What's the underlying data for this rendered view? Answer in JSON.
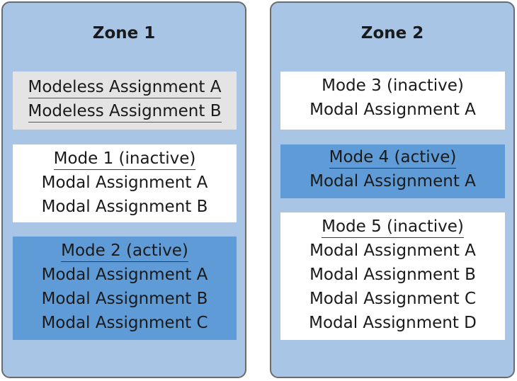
{
  "zones": [
    {
      "title": "Zone 1",
      "modeless": [
        "Modeless Assignment A",
        "Modeless Assignment B"
      ],
      "modes": [
        {
          "header": "Mode 1 (inactive)",
          "assignments": [
            "Modal Assignment A",
            "Modal Assignment B"
          ]
        },
        {
          "header": "Mode 2 (active)",
          "assignments": [
            "Modal Assignment A",
            "Modal Assignment B",
            "Modal Assignment C"
          ]
        }
      ]
    },
    {
      "title": "Zone 2",
      "modes": [
        {
          "header": "Mode 3 (inactive)",
          "assignments": [
            "Modal Assignment A"
          ]
        },
        {
          "header": "Mode 4 (active)",
          "assignments": [
            "Modal Assignment A"
          ]
        },
        {
          "header": "Mode 5 (inactive)",
          "assignments": [
            "Modal Assignment A",
            "Modal Assignment B",
            "Modal Assignment C",
            "Modal Assignment D"
          ]
        }
      ]
    }
  ],
  "colors": {
    "zone_fill": "#a9c5e6",
    "zone_border": "#6b6b6b",
    "modeless_fill": "#e4e4e4",
    "inactive_fill": "#ffffff",
    "active_fill": "#5f9bd6"
  }
}
